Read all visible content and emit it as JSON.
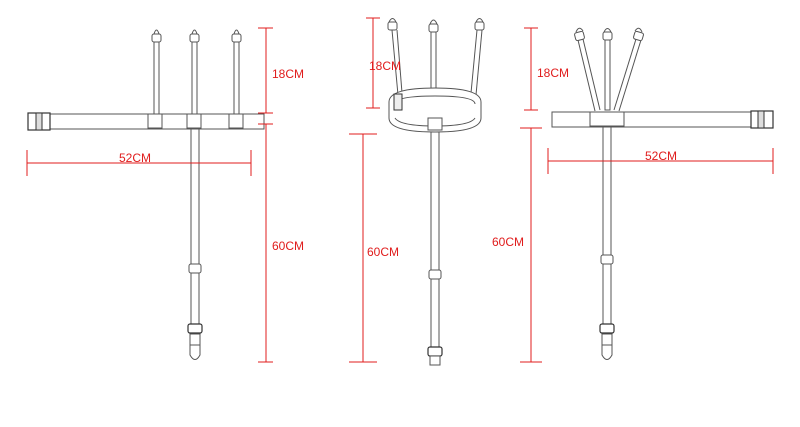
{
  "colors": {
    "dimension": "#e01c1c",
    "outline": "#555555",
    "background": "#ffffff"
  },
  "figures": [
    {
      "name": "flat-belt-front-view",
      "top_length": "18CM",
      "width": "52CM",
      "drop_length": "60CM"
    },
    {
      "name": "closed-loop-belt-view",
      "top_length": "18CM",
      "drop_length": "60CM"
    },
    {
      "name": "flat-belt-fanned-view",
      "top_length": "18CM",
      "width": "52CM",
      "drop_length": "60CM"
    }
  ]
}
